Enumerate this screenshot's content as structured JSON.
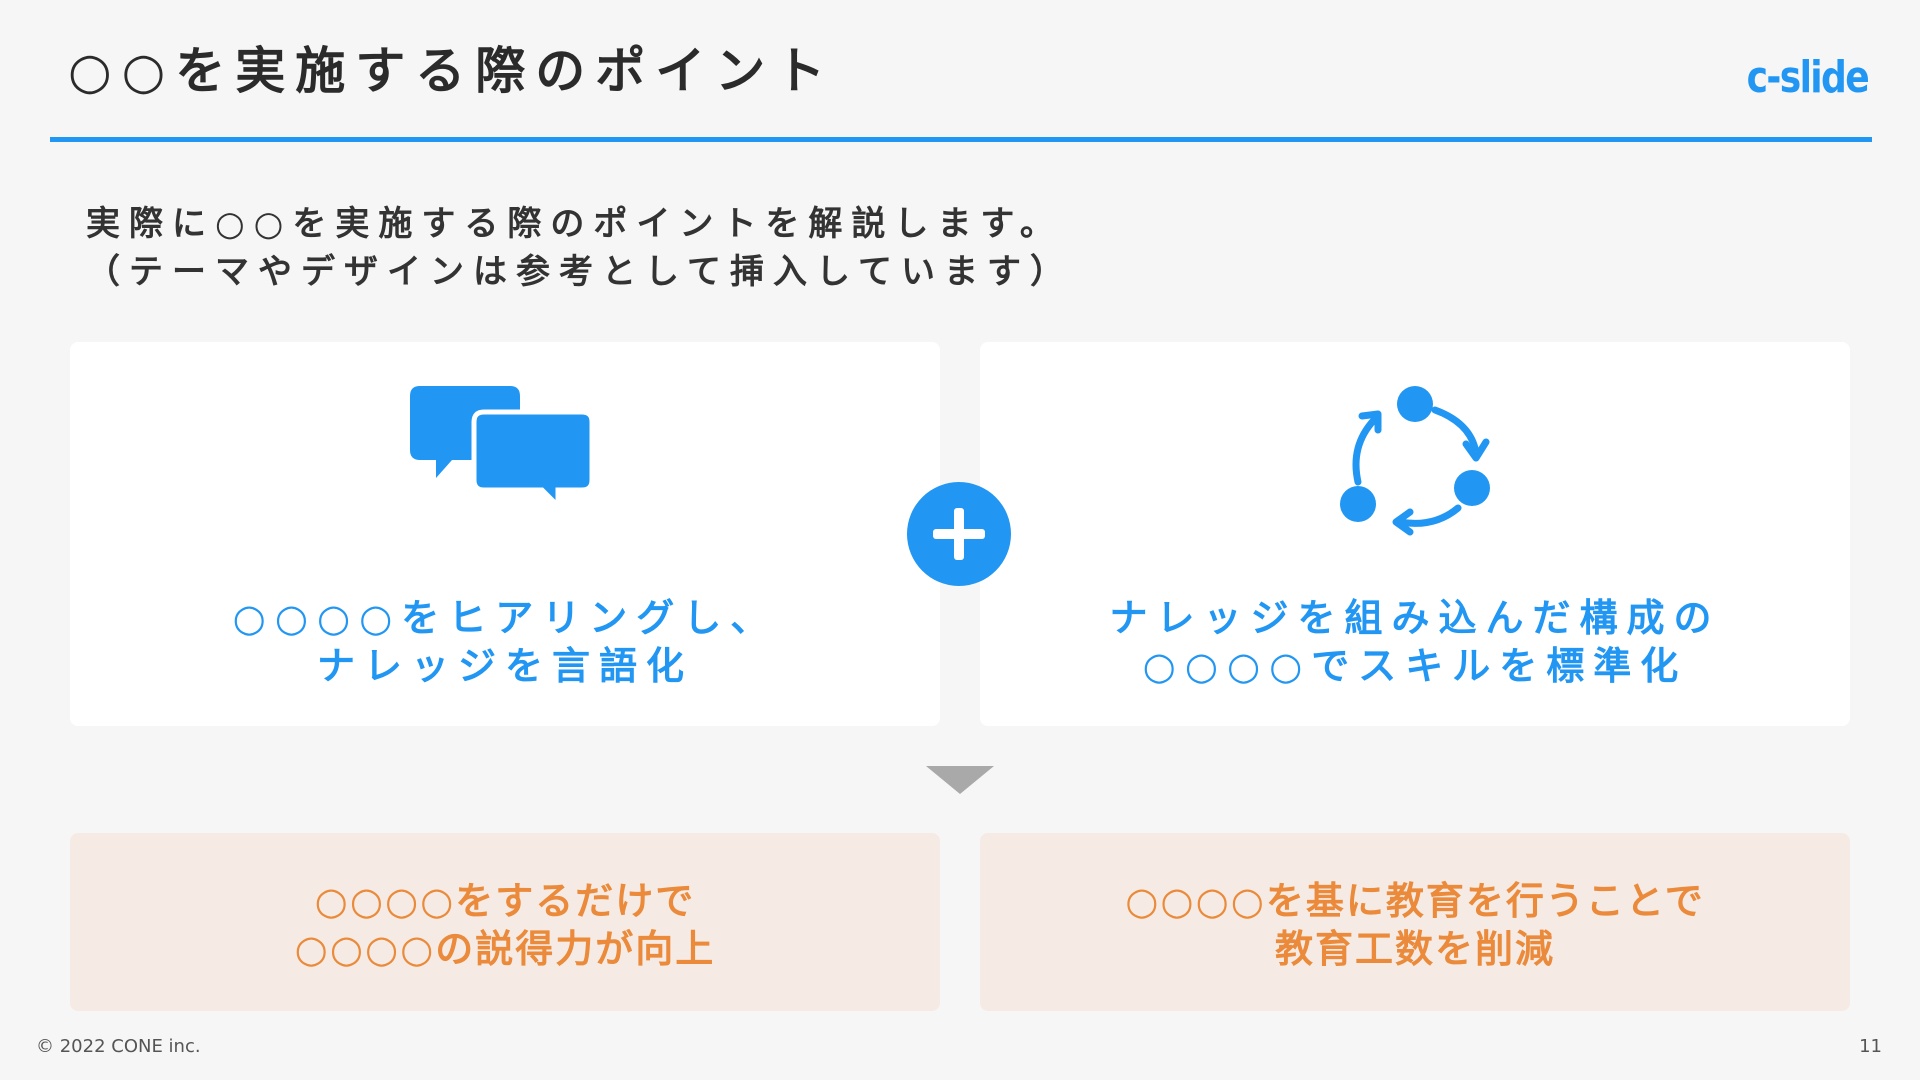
{
  "header": {
    "title": "○○を実施する際のポイント",
    "logo": "c-slide"
  },
  "intro": {
    "line1": "実際に○○を実施する際のポイントを解説します。",
    "line2": "（テーマやデザインは参考として挿入しています）"
  },
  "cards": [
    {
      "icon": "chat-bubbles-icon",
      "line1": "○○○○をヒアリングし、",
      "line2": "ナレッジを言語化"
    },
    {
      "icon": "cycle-arrows-icon",
      "line1": "ナレッジを組み込んだ構成の",
      "line2": "○○○○でスキルを標準化"
    }
  ],
  "results": [
    {
      "line1": "○○○○をするだけで",
      "line2": "○○○○の説得力が向上"
    },
    {
      "line1": "○○○○を基に教育を行うことで",
      "line2": "教育工数を削減"
    }
  ],
  "footer": {
    "copyright": "© 2022 CONE inc.",
    "page_number": "11"
  },
  "colors": {
    "accent": "#2196f3",
    "result_text": "#ea8a3a",
    "result_bg": "#f5ebe4",
    "background": "#f6f6f6"
  }
}
